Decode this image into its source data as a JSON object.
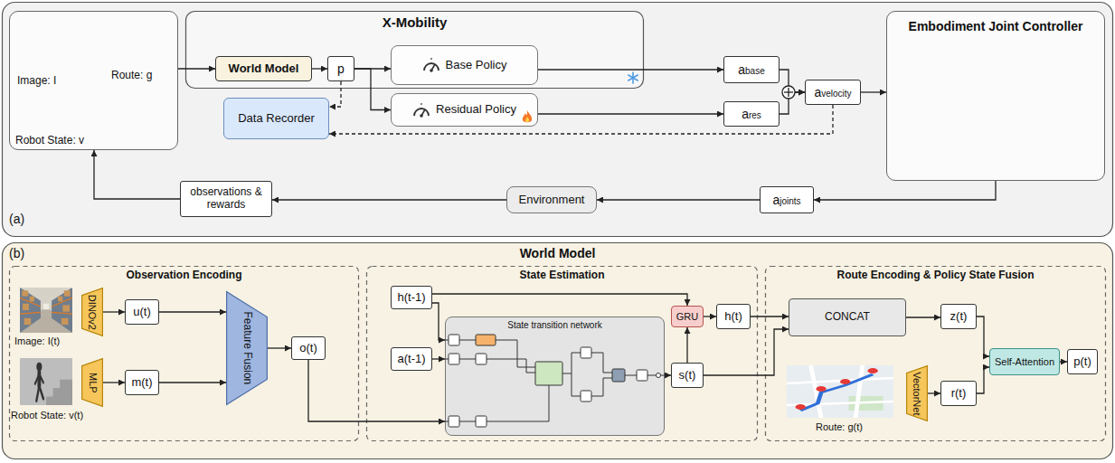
{
  "diagram": {
    "nodes": [
      {
        "text": [
          "(a)"
        ]
      },
      {
        "text": [
          "Image: I",
          "Robot State: v",
          "Route: g"
        ],
        "in": 0
      },
      {
        "text": [
          "X-Mobility"
        ],
        "in": 0
      },
      {
        "text": [
          "World Model"
        ],
        "in": 2
      },
      {
        "text": [
          "p"
        ],
        "in": 2
      },
      {
        "text": [
          "Base Policy"
        ],
        "in": 2
      },
      {
        "text": [
          "abase"
        ],
        "in": 0
      },
      {
        "text": [
          "Data Recorder"
        ],
        "in": 0
      },
      {
        "text": [
          "Residual Policy"
        ],
        "in": 0
      },
      {
        "text": [
          "ares"
        ],
        "in": 0
      },
      {
        "text": [
          "avelocity"
        ],
        "in": 0
      },
      {
        "text": [
          "Embodiment Joint Controller"
        ],
        "in": 0
      },
      {
        "text": [
          "observations & rewards"
        ],
        "in": 0
      },
      {
        "text": [
          "Environment"
        ],
        "in": 0
      },
      {
        "text": [
          "ajoints"
        ],
        "in": 0
      },
      {
        "text": [
          "(b)",
          "World Model"
        ]
      },
      {
        "text": [
          "Observation Encoding"
        ],
        "in": 15
      },
      {
        "text": [
          "DINOv2"
        ],
        "in": 16
      },
      {
        "text": [
          "MLP"
        ],
        "in": 16
      },
      {
        "text": [
          "u(t)"
        ],
        "in": 16
      },
      {
        "text": [
          "m(t)"
        ],
        "in": 16
      },
      {
        "text": [
          "Feature Fusion"
        ],
        "in": 16
      },
      {
        "text": [
          "o(t)"
        ],
        "in": 16
      },
      {
        "text": [
          "State Estimation"
        ],
        "in": 15
      },
      {
        "text": [
          "h(t-1)"
        ],
        "in": 23
      },
      {
        "text": [
          "a(t-1)"
        ],
        "in": 23
      },
      {
        "text": [
          "State transition network"
        ],
        "in": 23
      },
      {
        "text": [
          "GRU"
        ],
        "in": 23
      },
      {
        "text": [
          "h(t)"
        ],
        "in": 23
      },
      {
        "text": [
          "s(t)"
        ],
        "in": 23
      },
      {
        "text": [
          "Route Encoding & Policy State Fusion"
        ],
        "in": 15
      },
      {
        "text": [
          "CONCAT"
        ],
        "in": 30
      },
      {
        "text": [
          "z(t)"
        ],
        "in": 30
      },
      {
        "text": [
          "VectorNet"
        ],
        "in": 30
      },
      {
        "text": [
          "r(t)"
        ],
        "in": 30
      },
      {
        "text": [
          "Self-Attention"
        ],
        "in": 30
      },
      {
        "text": [
          "p(t)"
        ],
        "in": 30
      }
    ],
    "edges": [
      {
        "from": 1,
        "to": 3,
        "arrow": "to"
      },
      {
        "from": 3,
        "to": 4,
        "arrow": "to"
      },
      {
        "from": 4,
        "to": 5,
        "arrow": "to"
      },
      {
        "from": 4,
        "to": 8,
        "arrow": "to"
      },
      {
        "from": 4,
        "to": 7,
        "arrow": "to"
      },
      {
        "from": 5,
        "to": 6,
        "arrow": "to"
      },
      {
        "from": 8,
        "to": 9,
        "arrow": "to"
      },
      {
        "from": 6,
        "to": 10,
        "arrow": "to"
      },
      {
        "from": 9,
        "to": 10,
        "arrow": "to"
      },
      {
        "from": 10,
        "to": 11,
        "arrow": "to"
      },
      {
        "from": 10,
        "to": 7,
        "arrow": "to"
      },
      {
        "from": 11,
        "to": 14,
        "arrow": "to"
      },
      {
        "from": 14,
        "to": 13,
        "arrow": "to"
      },
      {
        "from": 13,
        "to": 12,
        "arrow": "to"
      },
      {
        "from": 12,
        "to": 1,
        "arrow": "to"
      },
      {
        "from": 17,
        "to": 19,
        "arrow": "to"
      },
      {
        "from": 18,
        "to": 20,
        "arrow": "to"
      },
      {
        "from": 19,
        "to": 21,
        "arrow": "to"
      },
      {
        "from": 20,
        "to": 21,
        "arrow": "to"
      },
      {
        "from": 21,
        "to": 22,
        "arrow": "to"
      },
      {
        "from": 22,
        "to": 26,
        "arrow": "to"
      },
      {
        "from": 24,
        "to": 27,
        "arrow": "to"
      },
      {
        "from": 24,
        "to": 26,
        "arrow": "to"
      },
      {
        "from": 25,
        "to": 26,
        "arrow": "to"
      },
      {
        "from": 26,
        "to": 29,
        "arrow": "to"
      },
      {
        "from": 29,
        "to": 27,
        "arrow": "to"
      },
      {
        "from": 27,
        "to": 28,
        "arrow": "to"
      },
      {
        "from": 28,
        "to": 31,
        "arrow": "to"
      },
      {
        "from": 29,
        "to": 31,
        "arrow": "to"
      },
      {
        "from": 31,
        "to": 32,
        "arrow": "to"
      },
      {
        "from": 33,
        "to": 34,
        "arrow": "to"
      },
      {
        "from": 32,
        "to": 35,
        "arrow": "to"
      },
      {
        "from": 34,
        "to": 35,
        "arrow": "to"
      },
      {
        "from": 35,
        "to": 36,
        "arrow": "to"
      }
    ],
    "labels": [
      "Image: I(t)",
      "Robot State: v(t)",
      "Route: g(t)"
    ]
  }
}
